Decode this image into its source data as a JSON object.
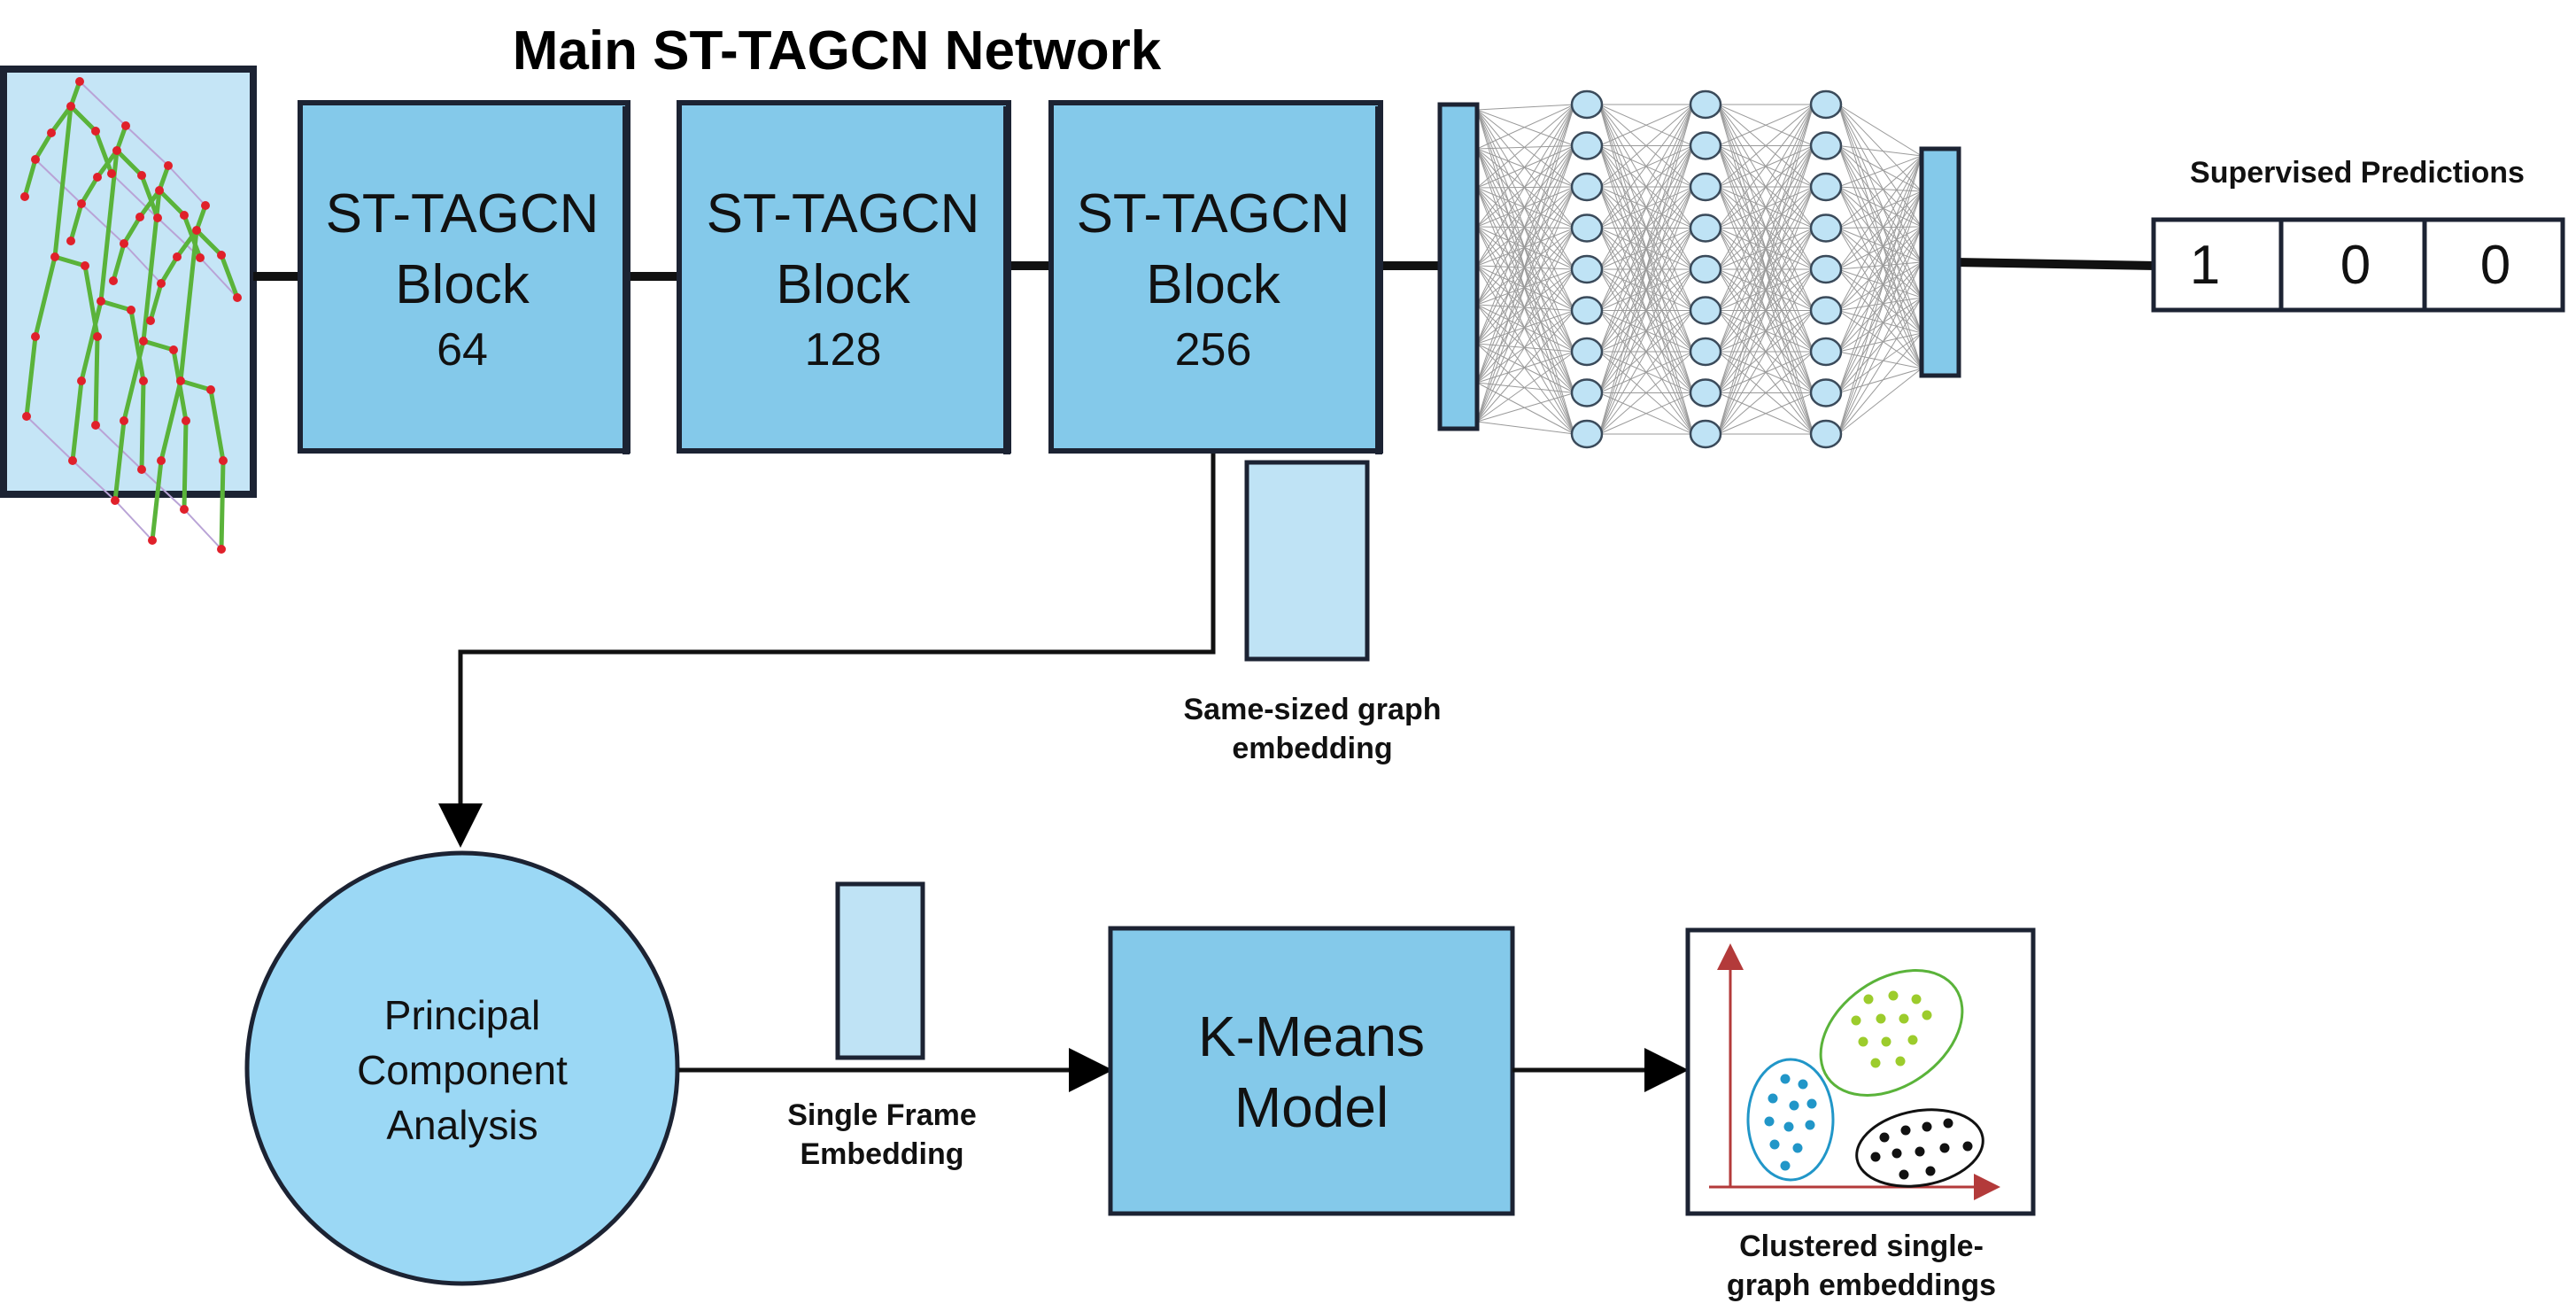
{
  "title": "Main ST-TAGCN Network",
  "blocks": [
    {
      "name": "ST-TAGCN",
      "line2": "Block",
      "size": "64"
    },
    {
      "name": "ST-TAGCN",
      "line2": "Block",
      "size": "128"
    },
    {
      "name": "ST-TAGCN",
      "line2": "Block",
      "size": "256"
    }
  ],
  "predictions": {
    "label": "Supervised Predictions",
    "values": [
      "1",
      "0",
      "0"
    ]
  },
  "embedding": {
    "label_line1": "Same-sized graph",
    "label_line2": "embedding"
  },
  "pca": {
    "line1": "Principal",
    "line2": "Component",
    "line3": "Analysis"
  },
  "single_frame": {
    "label_line1": "Single Frame",
    "label_line2": "Embedding"
  },
  "kmeans": {
    "line1": "K-Means",
    "line2": "Model"
  },
  "clusters": {
    "label_line1": "Clustered single-",
    "label_line2": "graph embeddings"
  },
  "colors": {
    "block_fill": "#84c9ea",
    "light_fill": "#bfe3f5",
    "pca_fill": "#9bd8f5",
    "skeleton_bg": "#c5e5f6",
    "bone": "#5ab33a",
    "joint": "#e0202a",
    "axis": "#b33a3a",
    "cluster_blue": "#2196c8",
    "cluster_green": "#9ccc2c",
    "cluster_black": "#111111"
  }
}
